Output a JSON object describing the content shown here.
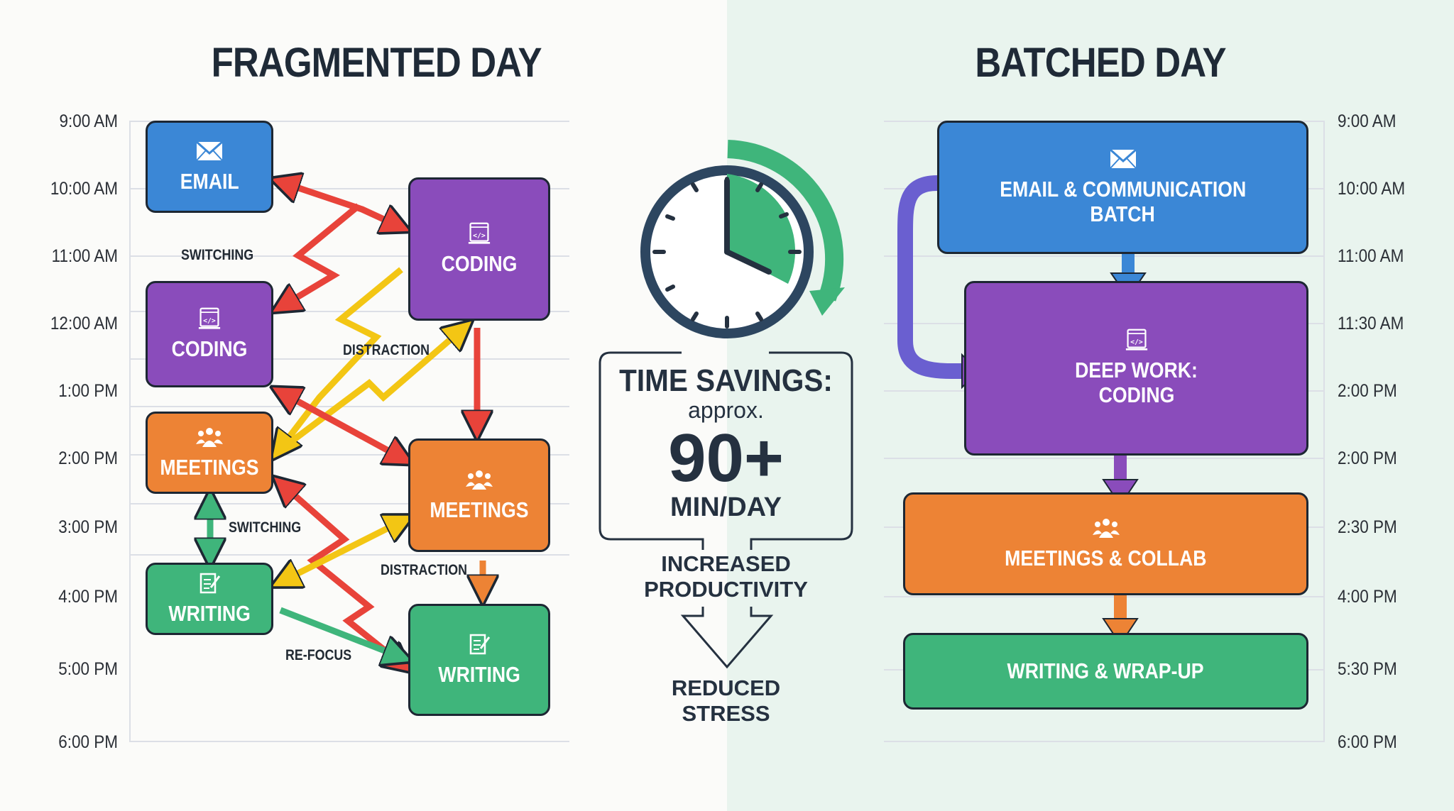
{
  "fragmented": {
    "title": "FRAGMENTED DAY",
    "times": [
      "9:00 AM",
      "10:00 AM",
      "11:00 AM",
      "12:00 AM",
      "1:00 PM",
      "2:00 PM",
      "3:00 PM",
      "4:00 PM",
      "5:00 PM",
      "6:00 PM"
    ],
    "blocks": [
      {
        "label": "EMAIL",
        "icon": "envelope-icon",
        "color": "#3b87d6"
      },
      {
        "label": "CODING",
        "icon": "code-window-icon",
        "color": "#8a4cbb"
      },
      {
        "label": "MEETINGS",
        "icon": "people-icon",
        "color": "#ed8335"
      },
      {
        "label": "WRITING",
        "icon": "document-edit-icon",
        "color": "#3fb57b"
      },
      {
        "label": "CODING",
        "icon": "code-window-icon",
        "color": "#8a4cbb"
      },
      {
        "label": "MEETINGS",
        "icon": "people-icon",
        "color": "#ed8335"
      },
      {
        "label": "WRITING",
        "icon": "document-edit-icon",
        "color": "#3fb57b"
      }
    ],
    "annotations": {
      "switching_top": "SWITCHING",
      "distraction_top": "DISTRACTION",
      "switching_mid": "SWITCHING",
      "distraction_bottom": "DISTRACTION",
      "refocus": "RE-FOCUS"
    }
  },
  "center": {
    "clock_icon": "clock-icon",
    "time_savings_label": "TIME SAVINGS:",
    "approx_label": "approx.",
    "value": "90+",
    "unit": "MIN/DAY",
    "benefit_1_line1": "INCREASED",
    "benefit_1_line2": "PRODUCTIVITY",
    "benefit_2_line1": "REDUCED",
    "benefit_2_line2": "STRESS",
    "accent_color": "#3fb57b"
  },
  "batched": {
    "title": "BATCHED DAY",
    "times": [
      "9:00 AM",
      "10:00 AM",
      "11:00 AM",
      "11:30 AM",
      "2:00 PM",
      "2:00 PM",
      "2:30 PM",
      "4:00 PM",
      "5:30 PM",
      "6:00 PM"
    ],
    "blocks": [
      {
        "line1": "EMAIL & COMMUNICATION",
        "line2": "BATCH",
        "icon": "envelope-icon",
        "color": "#3b87d6"
      },
      {
        "line1": "DEEP WORK:",
        "line2": "CODING",
        "icon": "code-window-icon",
        "color": "#8a4cbb"
      },
      {
        "line1": "MEETINGS & COLLAB",
        "icon": "people-icon",
        "color": "#ed8335"
      },
      {
        "line1": "WRITING & WRAP-UP",
        "color": "#3fb57b"
      }
    ]
  }
}
